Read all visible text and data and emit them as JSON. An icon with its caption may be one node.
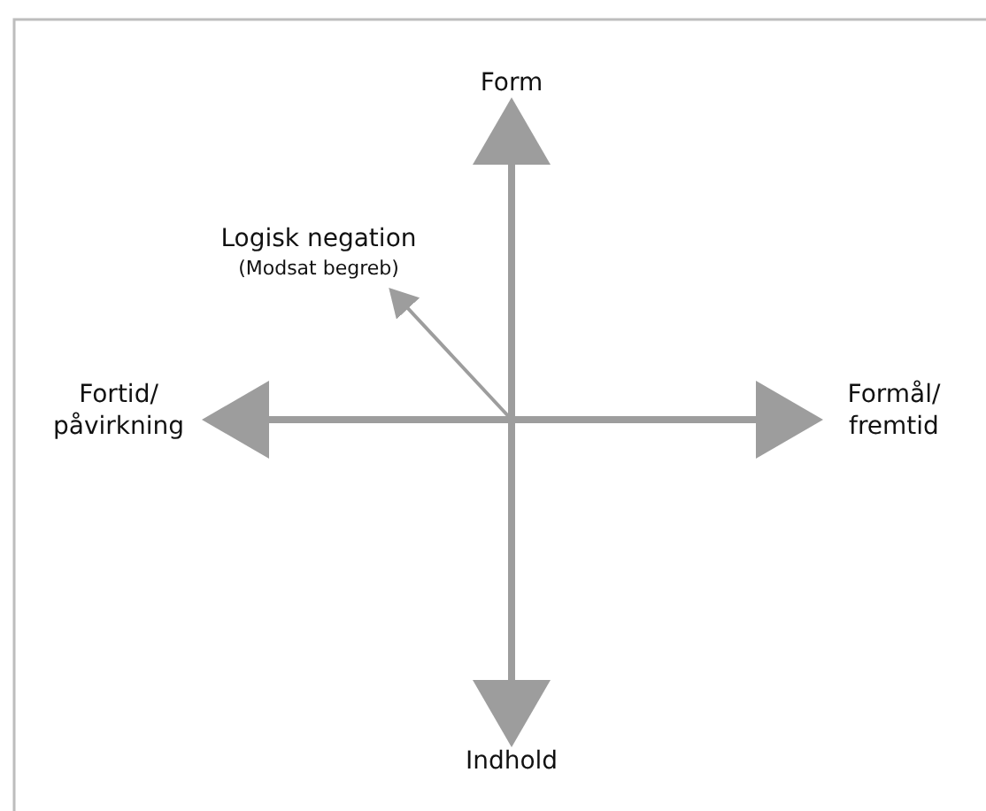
{
  "diagram": {
    "nodes": [
      {
        "text": [
          "Form"
        ]
      },
      {
        "text": [
          "Logisk negation",
          "(Modsat begreb)"
        ]
      },
      {
        "text": [
          "Fortid/ påvirkning"
        ]
      },
      {
        "text": [
          "Formål/ fremtid"
        ]
      },
      {
        "text": [
          "Indhold"
        ]
      }
    ],
    "edges": [
      {
        "from": null,
        "to": 0,
        "arrow": "to"
      },
      {
        "from": null,
        "to": 1,
        "arrow": "to"
      },
      {
        "from": null,
        "to": 2,
        "arrow": "to"
      },
      {
        "from": null,
        "to": 3,
        "arrow": "to"
      },
      {
        "from": null,
        "to": 4,
        "arrow": "to"
      }
    ]
  }
}
